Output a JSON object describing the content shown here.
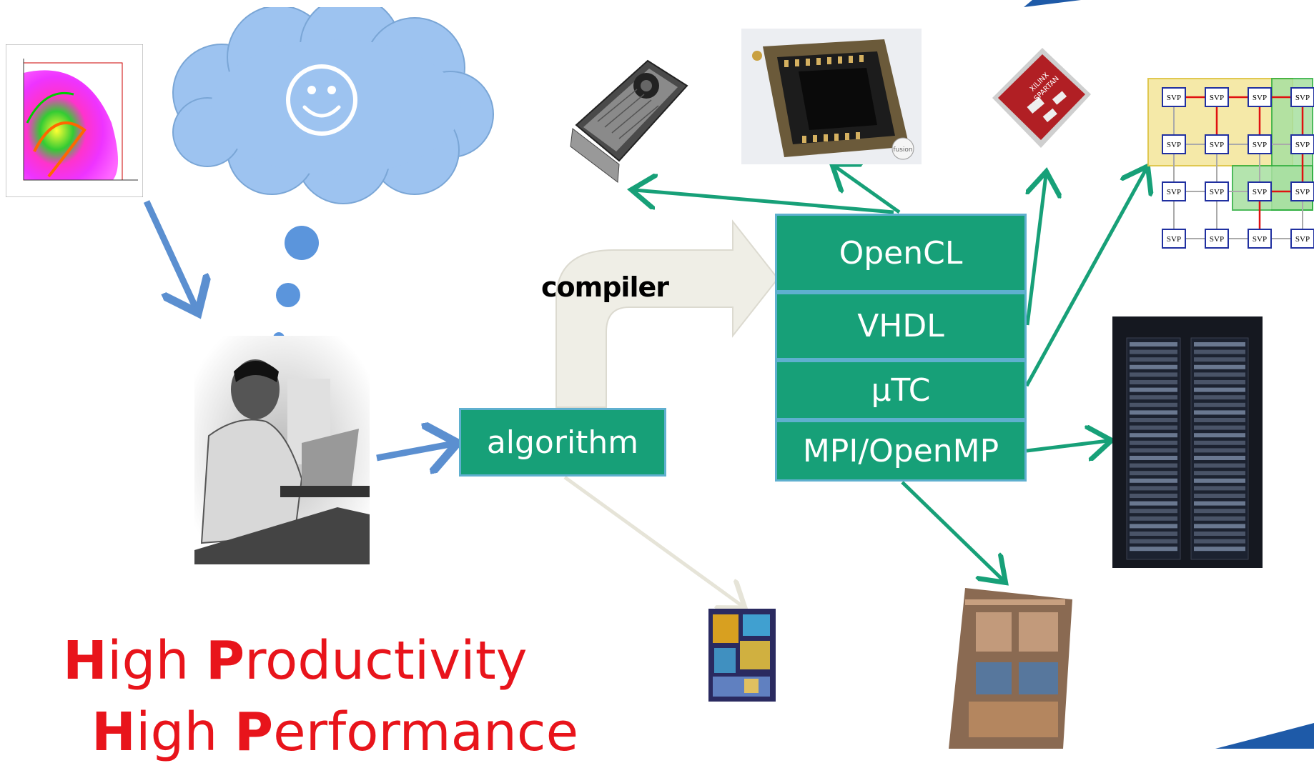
{
  "diagram": {
    "languages": [
      "OpenCL",
      "VHDL",
      "µTC",
      "MPI/OpenMP"
    ],
    "algorithm_label": "algorithm",
    "compiler_label": "compiler",
    "svp_label": "SVP",
    "fpga_chip_text": [
      "XILINX",
      "SPARTAN"
    ],
    "apu_logo_text": "fusion",
    "slogan": {
      "line1": {
        "first_initial": "H",
        "first_rest": "igh ",
        "second_initial": "P",
        "second_rest": "roductivity"
      },
      "line2": {
        "first_initial": "H",
        "first_rest": "igh ",
        "second_initial": "P",
        "second_rest": "erformance"
      }
    },
    "icons": [
      "simulation-plot-icon",
      "thought-cloud-icon",
      "smiley-icon",
      "programmer-photo-icon",
      "gpu-card-icon",
      "apu-chip-icon",
      "fpga-chip-icon",
      "svp-grid-icon",
      "server-rack-icon",
      "multicore-die-icon",
      "cpu-die-icon"
    ],
    "colors": {
      "box_fill": "#17a078",
      "box_border": "#5fb0cf",
      "arrow_green": "#17a078",
      "arrow_blue": "#5b8fd0",
      "cloud": "#9dc3f0",
      "slogan": "#e8141b"
    }
  }
}
